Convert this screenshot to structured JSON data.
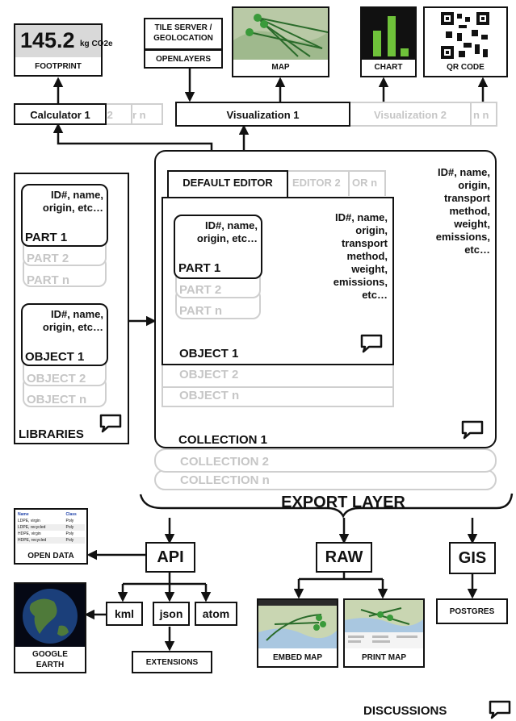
{
  "footprint": {
    "value": "145.2",
    "unit": "kg CO2e",
    "label": "FOOTPRINT"
  },
  "tile_server": "TILE SERVER / GEOLOCATION",
  "openlayers": "OPENLAYERS",
  "map": "MAP",
  "chart": "CHART",
  "qr": "QR CODE",
  "calc": {
    "c1": "Calculator 1",
    "c2": "r 2",
    "cn": "r n"
  },
  "viz": {
    "v1": "Visualization 1",
    "v2": "Visualization 2",
    "vn": "n n"
  },
  "editors": {
    "default": "DEFAULT EDITOR",
    "e2": "EDITOR 2",
    "en": "OR n"
  },
  "info_long": "ID#, name,\norigin,\ntransport\nmethod,\nweight,\nemissions,\netc…",
  "info_short": "ID#, name,\norigin, etc…",
  "parts": {
    "p1": "PART 1",
    "p2": "PART 2",
    "pn": "PART n"
  },
  "objects": {
    "o1": "OBJECT 1",
    "o2": "OBJECT 2",
    "on": "OBJECT n"
  },
  "collections": {
    "c1": "COLLECTION 1",
    "c2": "COLLECTION 2",
    "cn": "COLLECTION n"
  },
  "libraries": "LIBRARIES",
  "export_layer": "EXPORT LAYER",
  "api": "API",
  "raw": "RAW",
  "gis": "GIS",
  "open_data": "OPEN DATA",
  "open_data_table": {
    "headers": [
      "Name",
      "Class"
    ],
    "rows": [
      [
        "LDPE, virgin",
        "Poly"
      ],
      [
        "LDPE, recycled",
        "Poly"
      ],
      [
        "HDPE, virgin",
        "Poly"
      ],
      [
        "HDPE, recycled",
        "Poly"
      ]
    ]
  },
  "kml": "kml",
  "json": "json",
  "atom": "atom",
  "google_earth": "GOOGLE EARTH",
  "extensions": "EXTENSIONS",
  "embed_map": "EMBED MAP",
  "print_map": "PRINT MAP",
  "postgres": "POSTGRES",
  "discussions": "DISCUSSIONS"
}
